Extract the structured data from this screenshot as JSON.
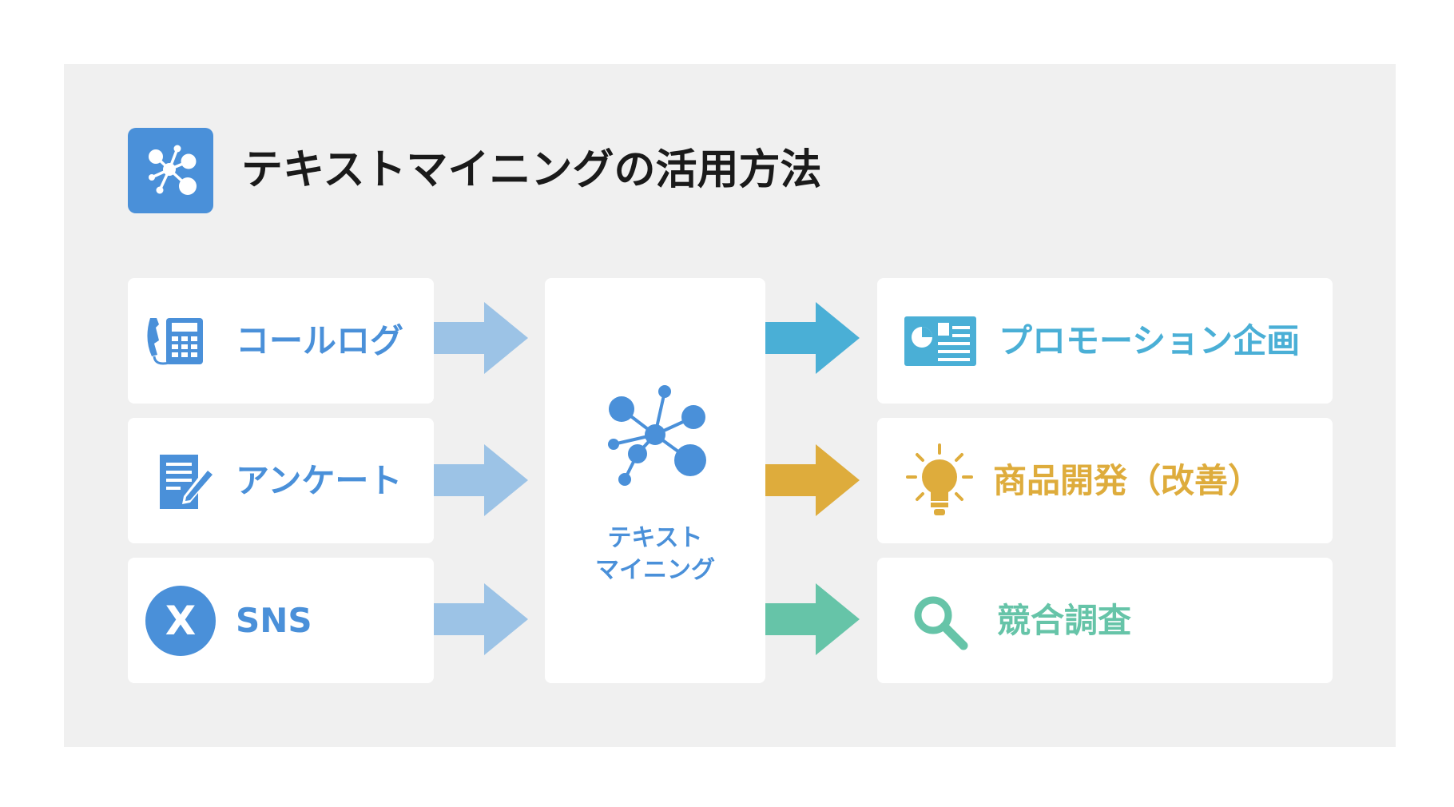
{
  "title": "テキストマイニングの活用方法",
  "sources": [
    {
      "label": "コールログ",
      "icon": "phone-calculator-icon"
    },
    {
      "label": "アンケート",
      "icon": "survey-pen-icon"
    },
    {
      "label": "SNS",
      "icon": "x-logo-icon",
      "icon_letter": "X"
    }
  ],
  "center": {
    "line1": "テキスト",
    "line2": "マイニング",
    "icon": "network-nodes-icon"
  },
  "outputs": [
    {
      "label": "プロモーション企画",
      "icon": "presentation-board-icon",
      "color": "#4aafd6"
    },
    {
      "label": "商品開発（改善）",
      "icon": "lightbulb-icon",
      "color": "#deac3c"
    },
    {
      "label": "競合調査",
      "icon": "magnifier-icon",
      "color": "#66c4a8"
    }
  ],
  "colors": {
    "primary_blue": "#4a90d9",
    "input_arrow": "#9cc3e6",
    "panel_bg": "#f0f0f0"
  }
}
